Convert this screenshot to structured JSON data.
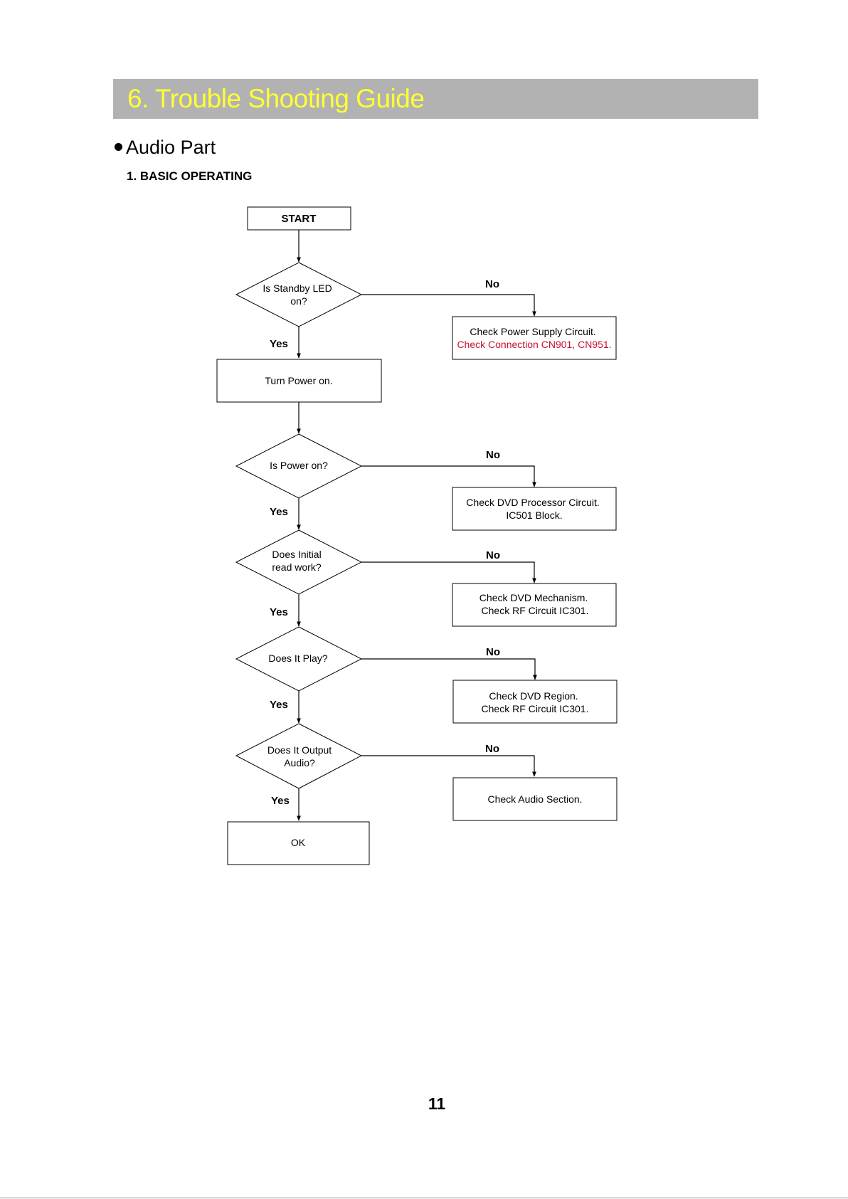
{
  "header": {
    "title": "6. Trouble Shooting Guide",
    "title_color": "#ffff33",
    "bar_color": "#b2b2b2"
  },
  "section": {
    "title": "Audio Part"
  },
  "subsection": {
    "title": "1. BASIC OPERATING"
  },
  "flowchart": {
    "start": {
      "label": "START"
    },
    "yes_label": "Yes",
    "no_label": "No",
    "nodes": {
      "standby_led": {
        "lines": [
          "Is Standby LED",
          "on?"
        ]
      },
      "check_power_supply": {
        "lines": [
          "Check Power Supply Circuit.",
          "Check Connection CN901, CN951."
        ],
        "highlight_color": "#c8102e"
      },
      "turn_power_on": {
        "lines": [
          "Turn Power on."
        ]
      },
      "is_power_on": {
        "lines": [
          "Is Power on?"
        ]
      },
      "check_dvd_processor": {
        "lines": [
          "Check DVD Processor Circuit.",
          "IC501 Block."
        ]
      },
      "initial_read": {
        "lines": [
          "Does Initial",
          "read work?"
        ]
      },
      "check_dvd_mechanism": {
        "lines": [
          "Check DVD Mechanism.",
          "Check RF Circuit IC301."
        ]
      },
      "does_it_play": {
        "lines": [
          "Does It Play?"
        ]
      },
      "check_dvd_region": {
        "lines": [
          "Check DVD Region.",
          "Check RF Circuit IC301."
        ]
      },
      "output_audio": {
        "lines": [
          "Does It Output",
          "Audio?"
        ]
      },
      "check_audio_section": {
        "lines": [
          "Check Audio Section."
        ]
      },
      "ok": {
        "lines": [
          "OK"
        ]
      }
    }
  },
  "page": {
    "number": "11"
  }
}
